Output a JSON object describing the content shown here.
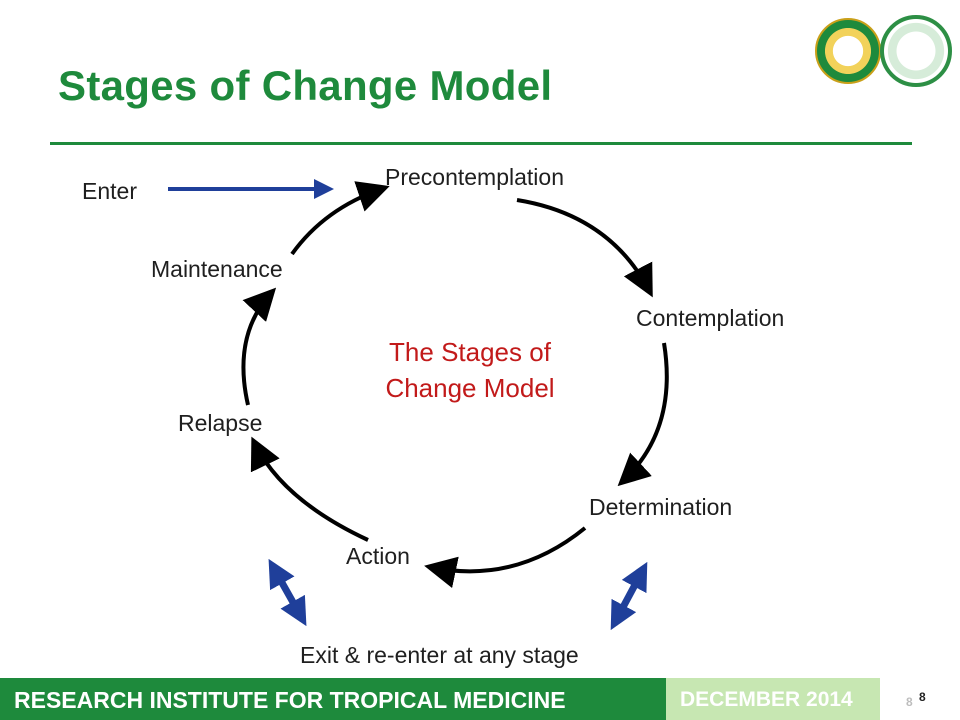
{
  "slide": {
    "title": "Stages of Change Model",
    "footer": {
      "organization": "RESEARCH INSTITUTE FOR TROPICAL MEDICINE",
      "date": "DECEMBER 2014",
      "page_number": "8"
    },
    "logos": [
      "republic-philippines-seal",
      "department-of-health-seal"
    ]
  },
  "diagram": {
    "center_title": [
      "The Stages of",
      "Change Model"
    ],
    "entry_label": "Enter",
    "stages": [
      "Precontemplation",
      "Contemplation",
      "Determination",
      "Action",
      "Relapse",
      "Maintenance"
    ],
    "exit_label": "Exit & re-enter at any stage"
  },
  "colors": {
    "title_green": "#1e8a3c",
    "center_red": "#c21a1a",
    "blue_arrow": "#1f3f9a",
    "footer_light_green": "#c7e7b2"
  }
}
